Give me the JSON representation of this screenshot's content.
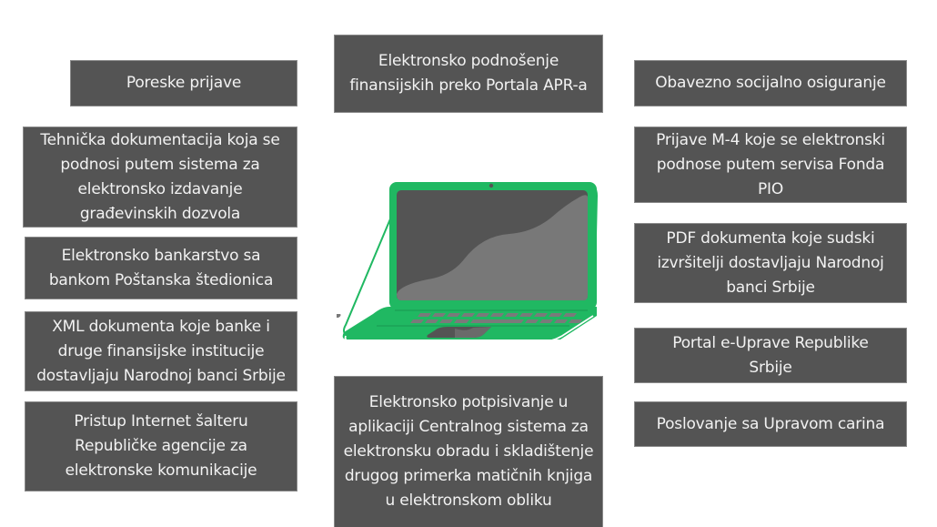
{
  "diagram": {
    "title": "",
    "colors": {
      "box_fill": "#545454",
      "box_text": "#f2f2f2",
      "laptop_body": "#20b862",
      "laptop_screen": "#545454",
      "laptop_screen_wave": "#777777",
      "background": "#ffffff"
    },
    "center_icon": "laptop-icon",
    "left": [
      {
        "label": "Poreske prijave"
      },
      {
        "label": "Tehnička dokumentacija koja se podnosi putem sistema za elektronsko izdavanje građevinskih dozvola"
      },
      {
        "label": "Elektronsko bankarstvo sa bankom Poštanska štedionica"
      },
      {
        "label": "XML dokumenta koje banke i druge finansijske institucije dostavljaju Narodnoj banci Srbije"
      },
      {
        "label": "Pristup Internet šalteru Republičke agencije za elektronske komunikacije"
      }
    ],
    "center": [
      {
        "label": "Elektronsko podnošenje finansijskih preko Portala APR-a"
      },
      {
        "label": "Elektronsko potpisivanje u aplikaciji Centralnog sistema za elektronsku obradu i skladištenje drugog primerka matičnih knjiga u elektronskom obliku"
      }
    ],
    "right": [
      {
        "label": "Obavezno socijalno osiguranje"
      },
      {
        "label": "Prijave M-4 koje se elektronski podnose putem servisa Fonda PIO"
      },
      {
        "label": "PDF dokumenta koje sudski izvršitelji dostavljaju Narodnoj banci Srbije"
      },
      {
        "label": "Portal e-Uprave Republike Srbije"
      },
      {
        "label": "Poslovanje sa Upravom carina"
      }
    ]
  }
}
